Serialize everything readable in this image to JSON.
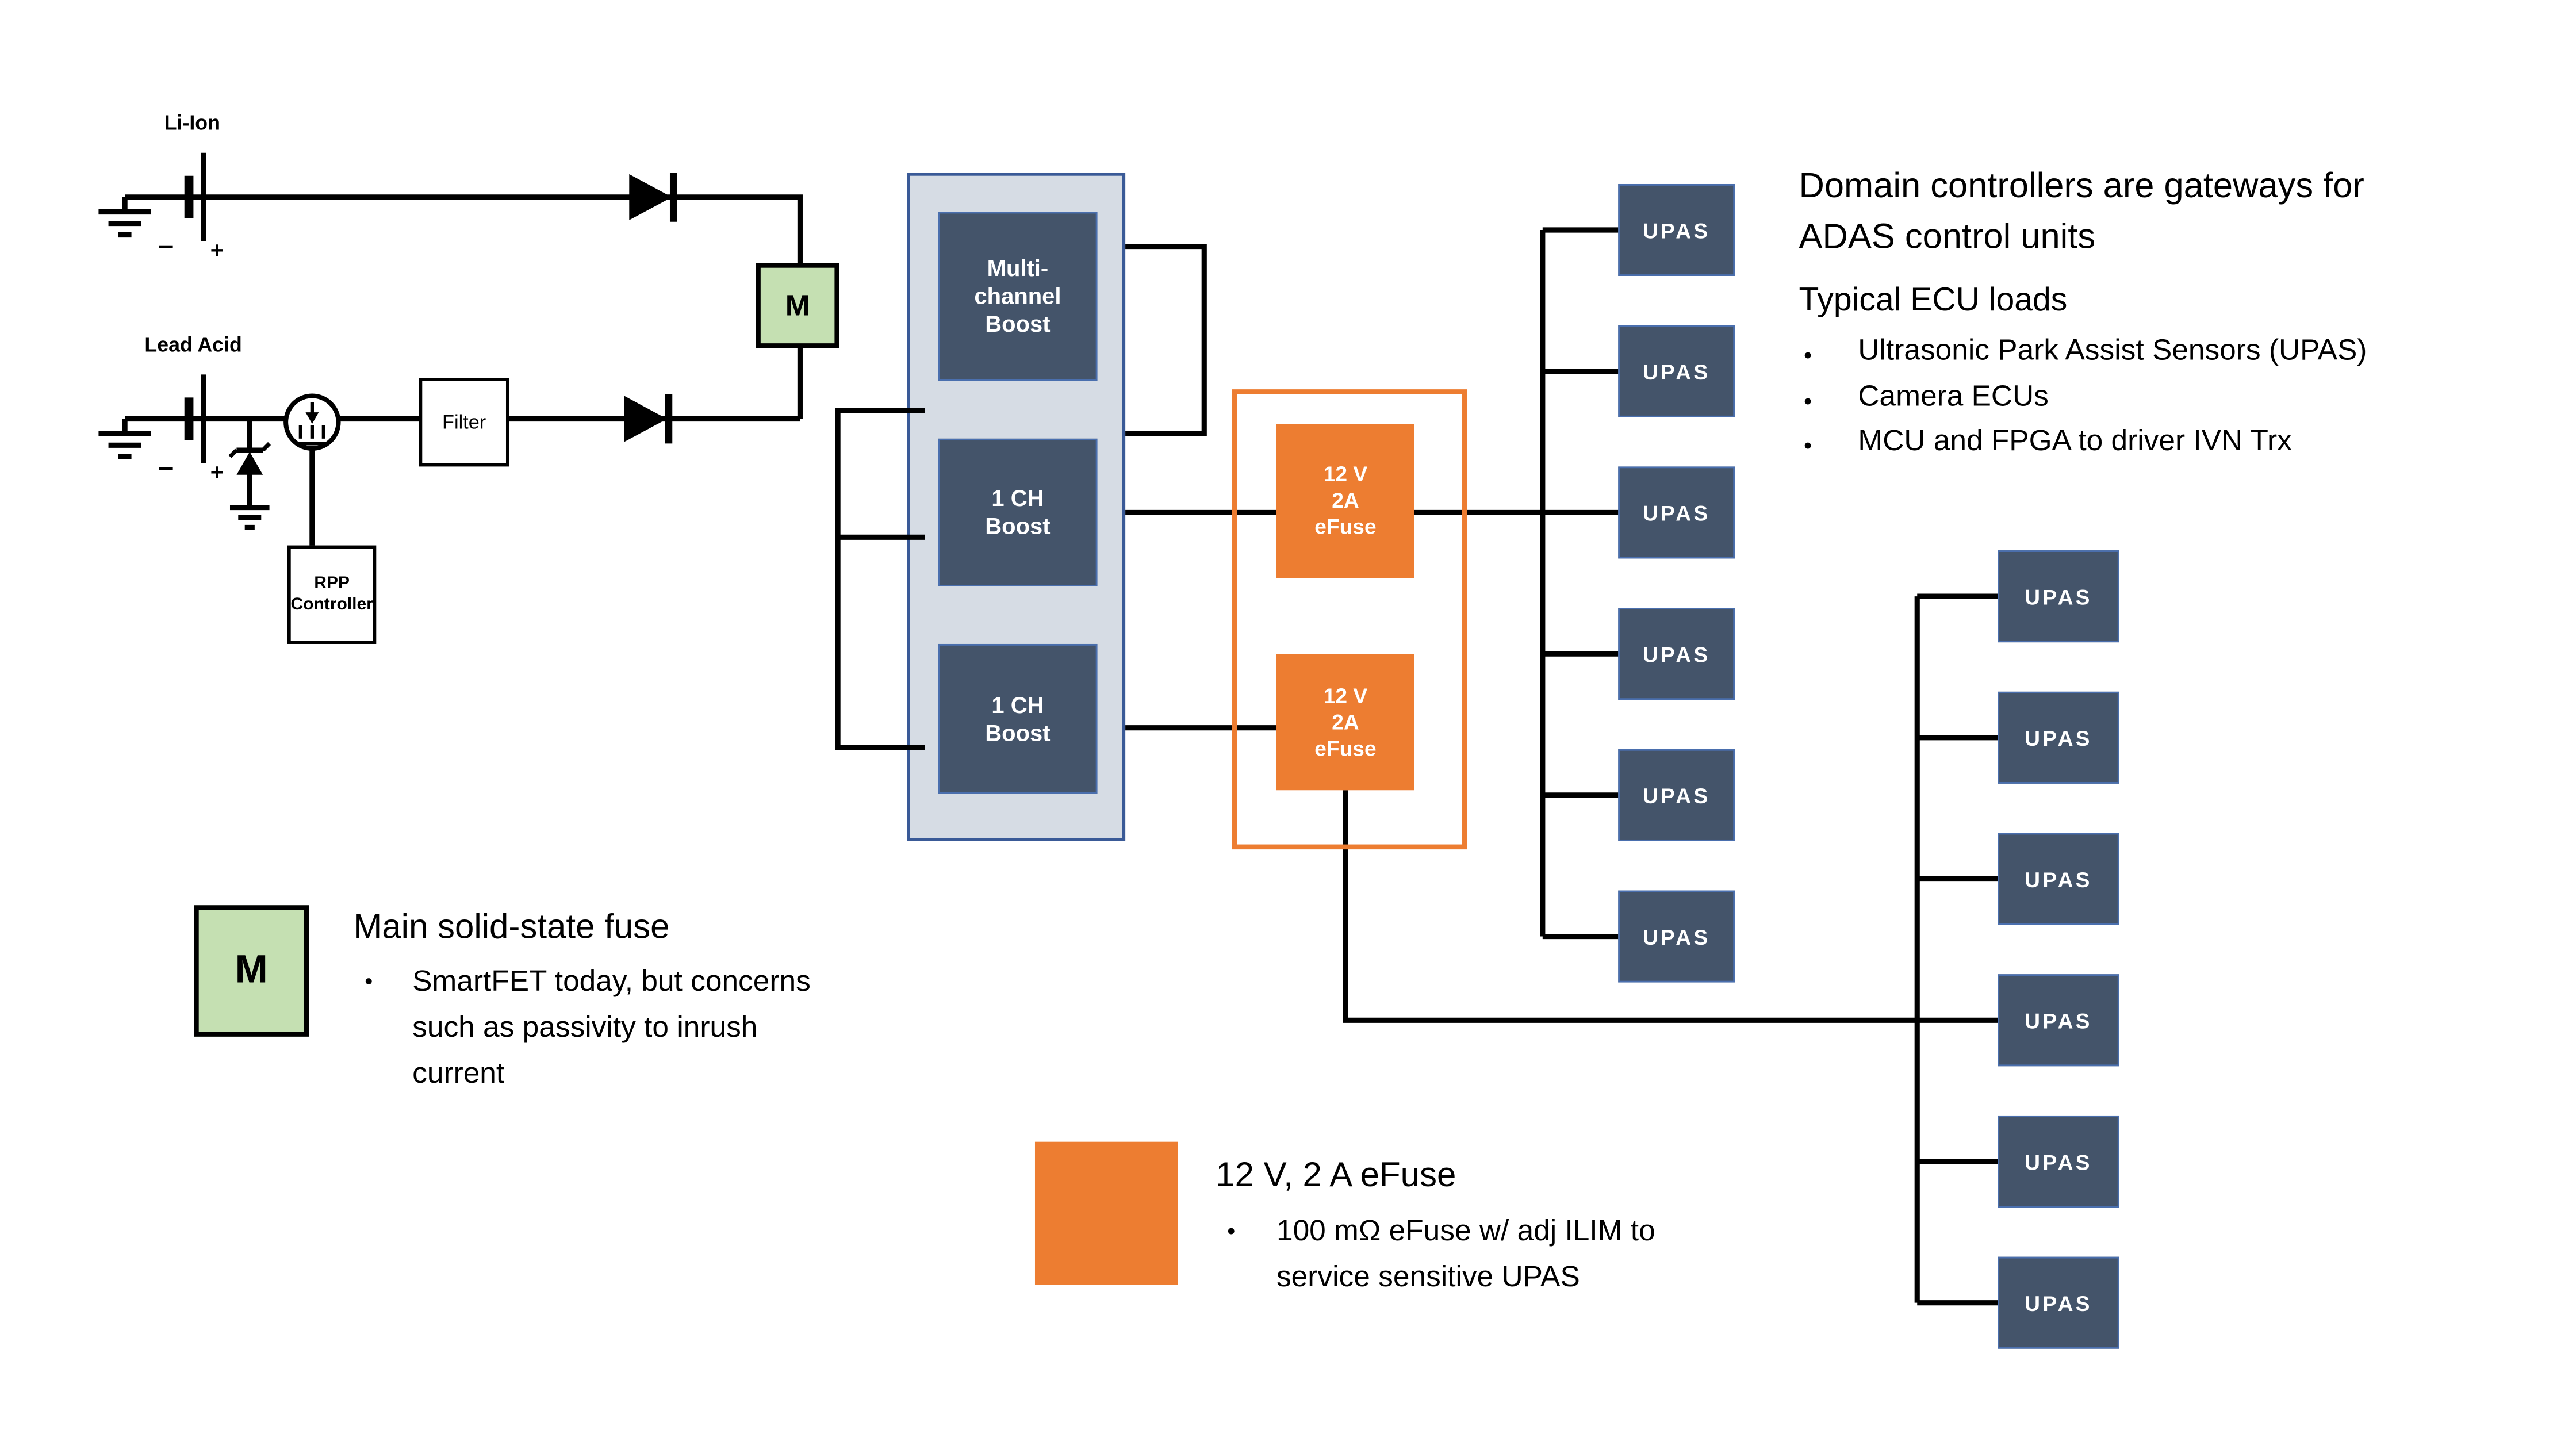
{
  "colors": {
    "dark_box_fill": "#44546a",
    "dark_box_border": "#4a6fae",
    "boost_container_fill": "#d6dce4",
    "boost_container_border": "#3a5a97",
    "efuse_orange": "#ed7d31",
    "main_fuse_green": "#c5e0b2",
    "wire_black": "#000000"
  },
  "sources": {
    "li_ion_label": "Li-Ion",
    "lead_acid_label": "Lead Acid",
    "battery_minus": "−",
    "battery_plus": "+"
  },
  "components": {
    "filter_label": "Filter",
    "rpp_line1": "RPP",
    "rpp_line2": "Controller",
    "main_fuse_symbol": "M"
  },
  "boost": {
    "box1": [
      "Multi-",
      "channel",
      "Boost"
    ],
    "box2": [
      "1 CH",
      "Boost"
    ],
    "box3": [
      "1 CH",
      "Boost"
    ]
  },
  "efuse": {
    "lines": [
      "12 V",
      "2A",
      "eFuse"
    ]
  },
  "upas_label": "UPAS",
  "notes": {
    "title_line1": "Domain controllers are gateways for",
    "title_line2": "ADAS control units",
    "subtitle": "Typical ECU loads",
    "bullets": [
      "Ultrasonic Park Assist Sensors (UPAS)",
      "Camera ECUs",
      "MCU and FPGA to driver IVN Trx"
    ]
  },
  "legend_main_fuse": {
    "symbol": "M",
    "title": "Main solid-state fuse",
    "bullet_lines": [
      "SmartFET today, but concerns",
      "such as passivity to inrush",
      "current"
    ]
  },
  "legend_efuse": {
    "title": "12 V, 2 A eFuse",
    "bullet_lines": [
      "100 mΩ eFuse w/ adj ILIM to",
      "service sensitive UPAS"
    ]
  }
}
